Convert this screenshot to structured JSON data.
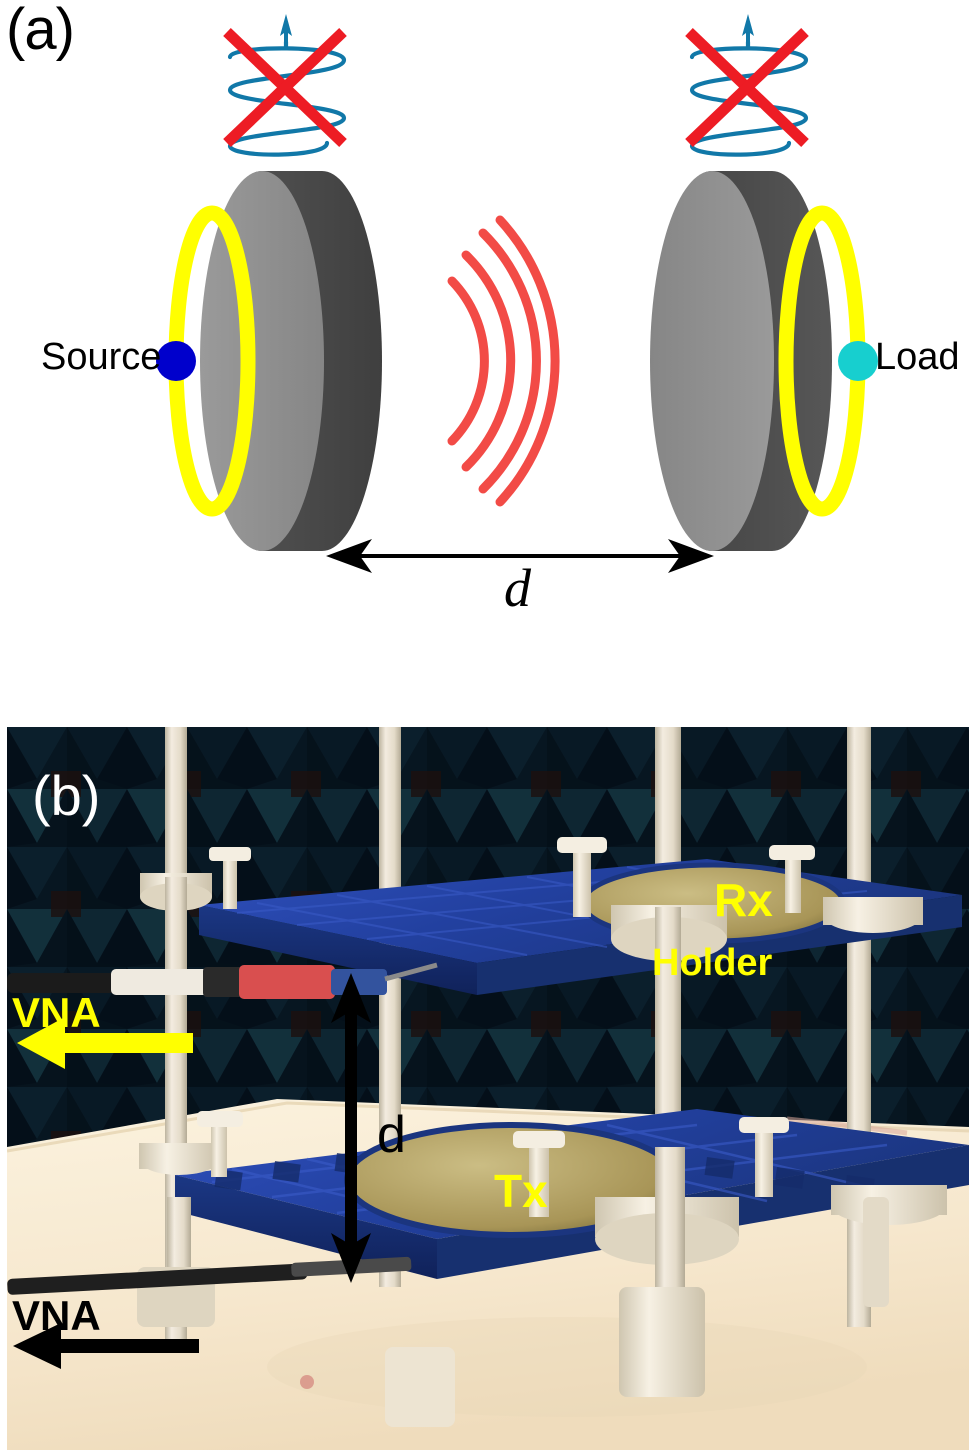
{
  "figure": {
    "type": "two-panel scientific figure",
    "panels": [
      {
        "label": "(a)",
        "kind": "schematic-diagram"
      },
      {
        "label": "(b)",
        "kind": "photograph"
      }
    ]
  },
  "panel_a": {
    "label": "(a)",
    "source_label": "Source",
    "load_label": "Load",
    "distance_label": "d",
    "source_dot_color": "#0000cc",
    "load_dot_color": "#17cfcf",
    "ring_color": "#ffff00",
    "disk_face_color": "#8c8c8c",
    "disk_body_color": "#4d4d4d",
    "wave_color": "#f2423d",
    "coil_color": "#1178a8",
    "cross_color": "#ed1c24",
    "wave_arc_count": 4,
    "elements": [
      "transmitter-disk",
      "receiver-disk",
      "yellow-feed-loop",
      "source-port-dot",
      "load-port-dot",
      "red-wave-arcs",
      "crossed-out-coil-left",
      "crossed-out-coil-right",
      "distance-arrow"
    ]
  },
  "panel_b": {
    "label": "(b)",
    "annotations": {
      "rx": "Rx",
      "holder": "Holder",
      "tx": "Tx",
      "vna_top": "VNA",
      "vna_bottom": "VNA",
      "distance": "d"
    },
    "colors": {
      "annotation_yellow": "#ffff00",
      "annotation_black": "#000000",
      "panel_label_white": "#ffffff",
      "holder_blue": "#2140a8",
      "rod_cream": "#e8e0cf",
      "antenna_tan": "#b5a267",
      "chamber_dark": "#05111a",
      "chamber_teal": "#2d6f80",
      "table_cream": "#f7e9d2",
      "cable_red": "#d94f4f"
    },
    "scene": "Anechoic chamber measurement setup with two 3D-printed blue holder plates on threaded nylon rods, Tx antenna below, Rx antenna above, coaxial cables to VNA"
  }
}
